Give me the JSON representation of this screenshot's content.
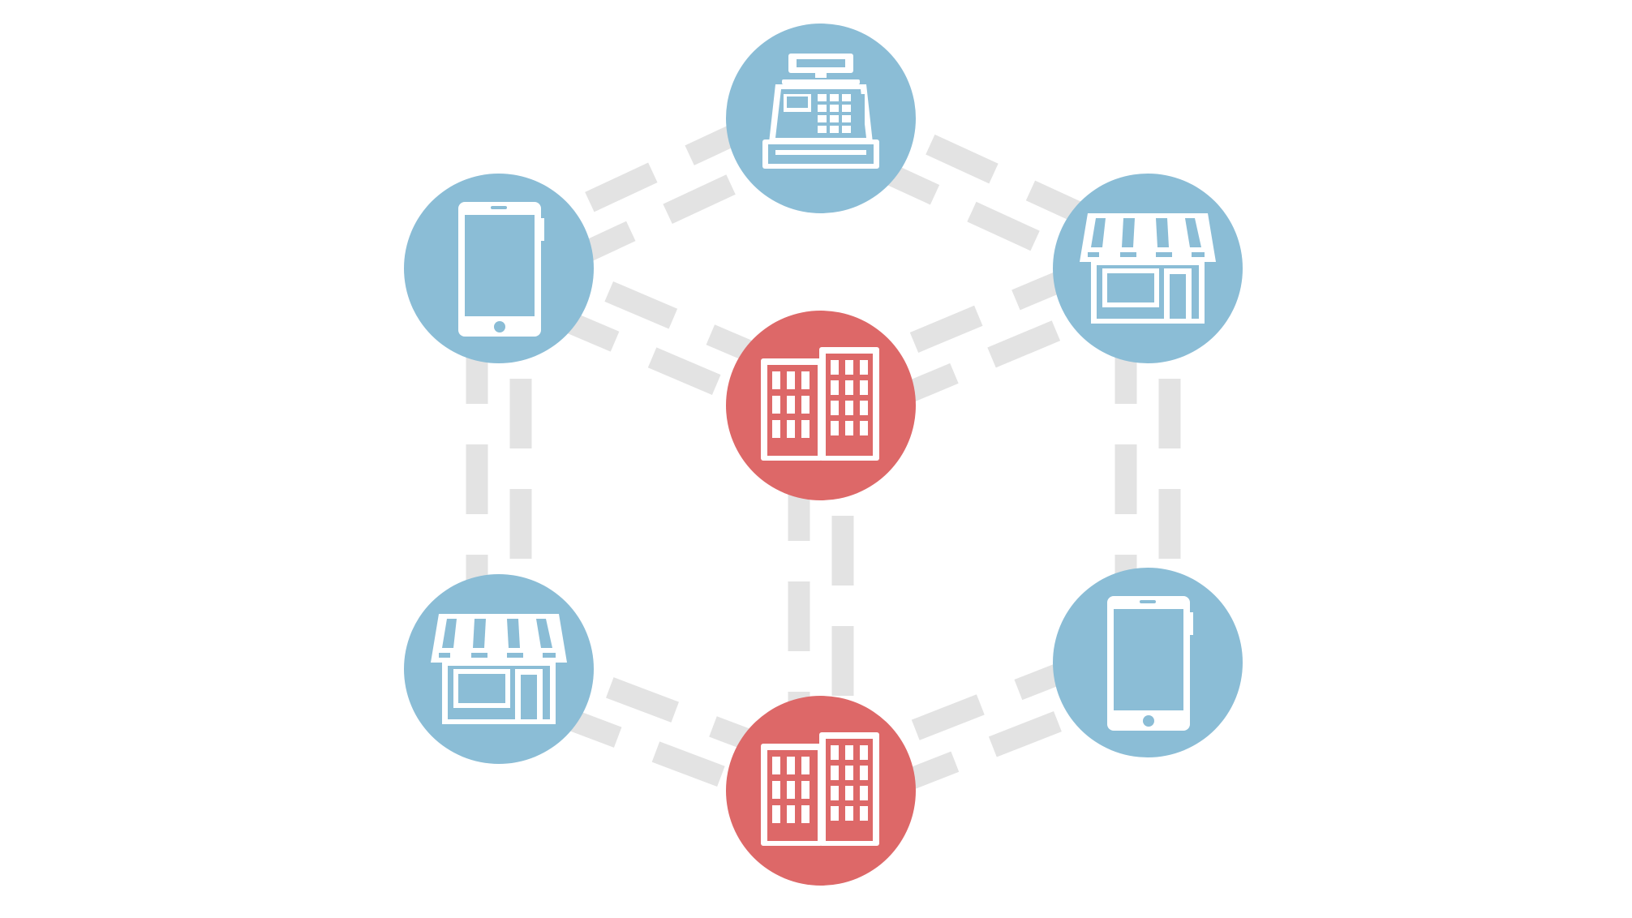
{
  "colors": {
    "background": "#ffffff",
    "node_blue": "#8bbdd6",
    "node_red": "#dd6868",
    "connector": "#e3e3e3",
    "icon": "#ffffff"
  },
  "nodes": [
    {
      "id": "cash-register",
      "icon": "cash-register-icon",
      "color": "node_blue"
    },
    {
      "id": "tablet-top-left",
      "icon": "tablet-icon",
      "color": "node_blue"
    },
    {
      "id": "store-top-right",
      "icon": "storefront-icon",
      "color": "node_blue"
    },
    {
      "id": "building-center",
      "icon": "office-building-icon",
      "color": "node_red"
    },
    {
      "id": "store-bottom-left",
      "icon": "storefront-icon",
      "color": "node_blue"
    },
    {
      "id": "tablet-bottom-right",
      "icon": "tablet-icon",
      "color": "node_blue"
    },
    {
      "id": "building-bottom",
      "icon": "office-building-icon",
      "color": "node_red"
    }
  ],
  "connections": [
    {
      "from": "tablet-top-left",
      "to": "cash-register"
    },
    {
      "from": "cash-register",
      "to": "store-top-right"
    },
    {
      "from": "tablet-top-left",
      "to": "building-center"
    },
    {
      "from": "building-center",
      "to": "store-top-right"
    },
    {
      "from": "tablet-top-left",
      "to": "store-bottom-left"
    },
    {
      "from": "store-top-right",
      "to": "tablet-bottom-right"
    },
    {
      "from": "building-center",
      "to": "building-bottom"
    },
    {
      "from": "store-bottom-left",
      "to": "building-bottom"
    },
    {
      "from": "building-bottom",
      "to": "tablet-bottom-right"
    }
  ]
}
